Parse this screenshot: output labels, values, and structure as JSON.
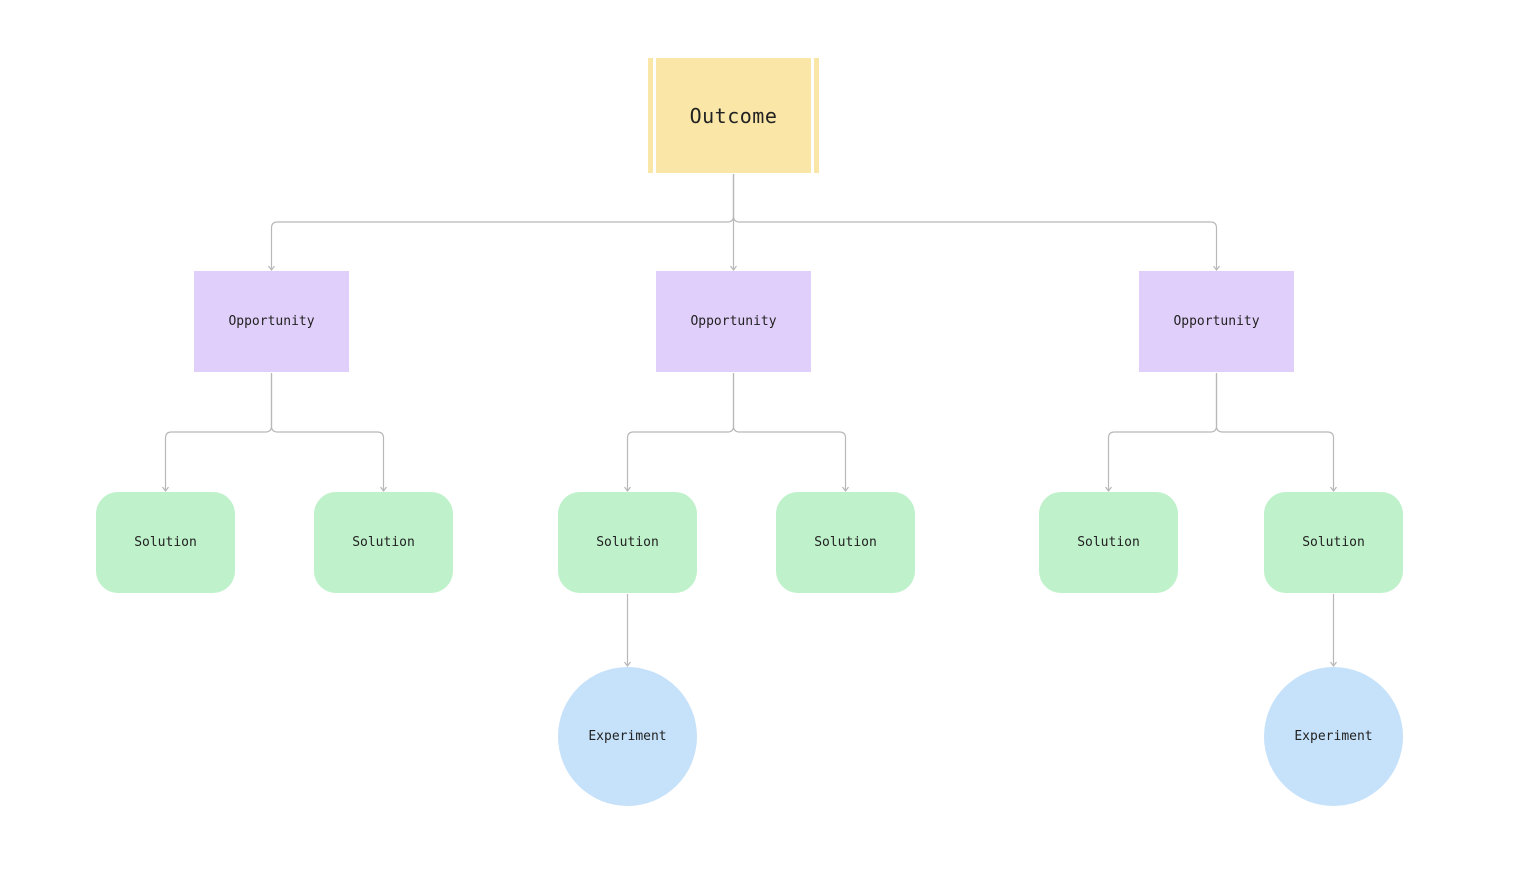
{
  "colors": {
    "outcome": "#fae7a8",
    "opportunity": "#e0cffa",
    "solution": "#bff1cb",
    "experiment": "#c6e1fa",
    "connector": "#b8b8b8"
  },
  "outcome": {
    "label": "Outcome"
  },
  "opportunities": [
    {
      "label": "Opportunity",
      "solutions": [
        {
          "label": "Solution"
        },
        {
          "label": "Solution"
        }
      ]
    },
    {
      "label": "Opportunity",
      "solutions": [
        {
          "label": "Solution",
          "experiment": {
            "label": "Experiment"
          }
        },
        {
          "label": "Solution"
        }
      ]
    },
    {
      "label": "Opportunity",
      "solutions": [
        {
          "label": "Solution"
        },
        {
          "label": "Solution",
          "experiment": {
            "label": "Experiment"
          }
        }
      ]
    }
  ]
}
